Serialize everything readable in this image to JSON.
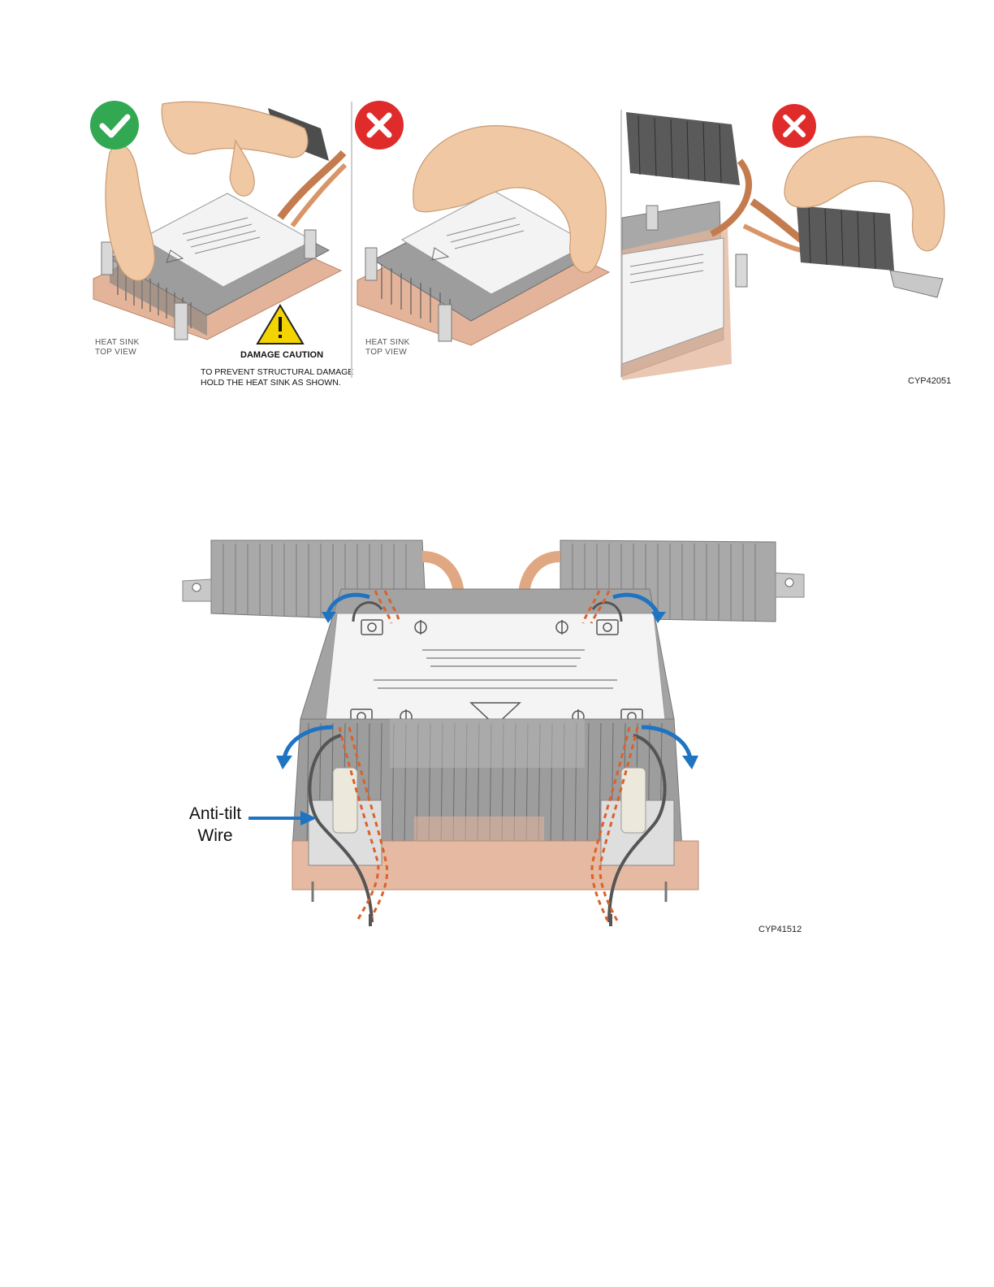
{
  "figure1": {
    "panel1_label_line1": "HEAT SINK",
    "panel1_label_line2": "TOP  VIEW",
    "caution_title": "DAMAGE CAUTION",
    "caution_line1": "TO PREVENT STRUCTURAL DAMAGE",
    "caution_line2": "HOLD THE HEAT SINK AS SHOWN.",
    "panel2_label_line1": "HEAT SINK",
    "panel2_label_line2": "TOP  VIEW",
    "code": "CYP42051",
    "colors": {
      "correct": "#33a852",
      "incorrect": "#e02b2b",
      "warning": "#f4d400",
      "copper": "#e3b49a",
      "fin": "#8a8a8a"
    }
  },
  "figure2": {
    "callout_line1": "Anti-tilt",
    "callout_line2": "Wire",
    "code": "CYP41512",
    "colors": {
      "arrow": "#1f74c2",
      "wire_highlight": "#d9622b",
      "copper": "#e6b9a2",
      "fin": "#9a9a9a"
    }
  }
}
